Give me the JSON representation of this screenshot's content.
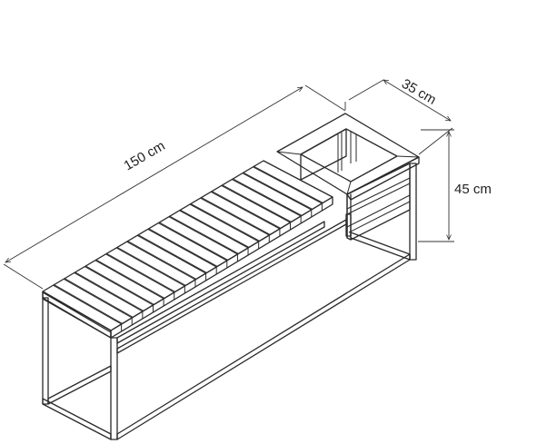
{
  "dimensions": {
    "length": "150 cm",
    "depth": "35 cm",
    "height": "45 cm"
  },
  "colors": {
    "stroke": "#2a2a2a",
    "slat_fill": "#ffffff",
    "planter_inner": "#f2f2f2",
    "background": "#ffffff"
  }
}
